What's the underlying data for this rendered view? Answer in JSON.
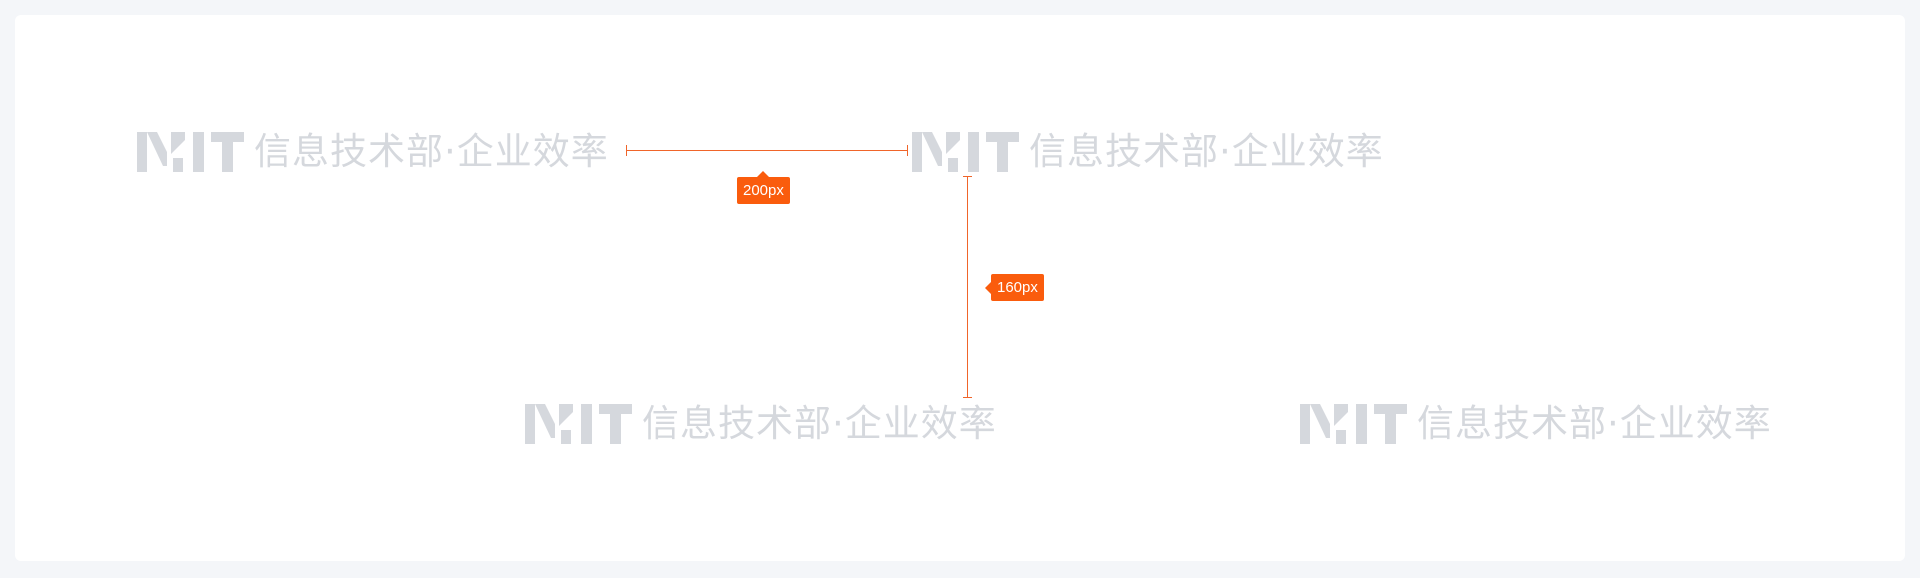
{
  "watermark": {
    "text": "信息技术部·企业效率",
    "logo_text": "MIT",
    "color": "#d5d8dd"
  },
  "measurements": {
    "horizontal_gap_label": "200px",
    "vertical_gap_label": "160px",
    "color": "#fa5c0d"
  },
  "colors": {
    "background": "#f4f6f9",
    "canvas": "#ffffff",
    "accent": "#fa5c0d"
  }
}
